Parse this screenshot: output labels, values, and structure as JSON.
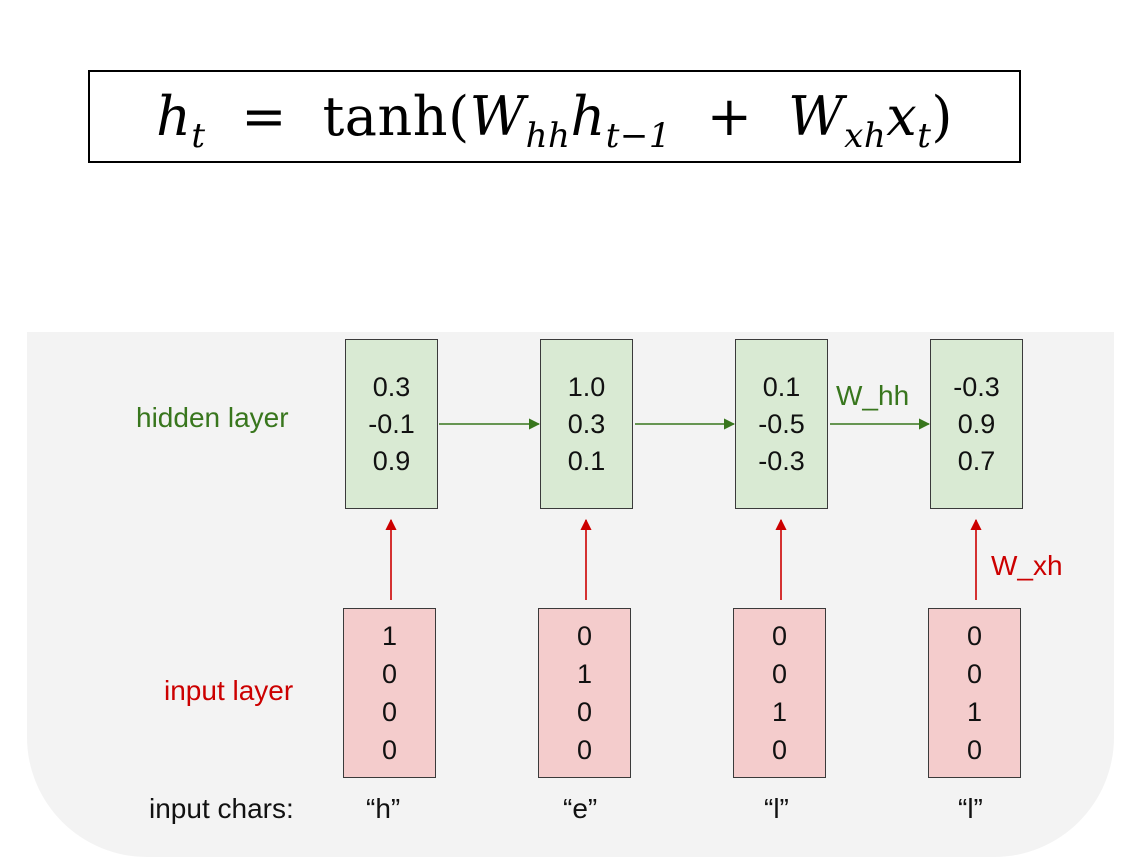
{
  "formula": {
    "lhs_var": "h",
    "lhs_sub": "t",
    "equals": "=",
    "fn": "tanh",
    "open": "(",
    "w1": "W",
    "w1_sub": "hh",
    "h_prev": "h",
    "h_prev_sub": "t−1",
    "plus": "+",
    "w2": "W",
    "w2_sub": "xh",
    "x_var": "x",
    "x_sub": "t",
    "close": ")"
  },
  "labels": {
    "hidden_layer": "hidden layer",
    "input_layer": "input layer",
    "input_chars": "input chars:",
    "w_hh": "W_hh",
    "w_xh": "W_xh"
  },
  "steps": [
    {
      "char": "“h”",
      "hidden": [
        "0.3",
        "-0.1",
        "0.9"
      ],
      "input": [
        "1",
        "0",
        "0",
        "0"
      ]
    },
    {
      "char": "“e”",
      "hidden": [
        "1.0",
        "0.3",
        "0.1"
      ],
      "input": [
        "0",
        "1",
        "0",
        "0"
      ]
    },
    {
      "char": "“l”",
      "hidden": [
        "0.1",
        "-0.5",
        "-0.3"
      ],
      "input": [
        "0",
        "0",
        "1",
        "0"
      ]
    },
    {
      "char": "“l”",
      "hidden": [
        "-0.3",
        "0.9",
        "0.7"
      ],
      "input": [
        "0",
        "0",
        "1",
        "0"
      ]
    }
  ],
  "colors": {
    "hidden_fill": "#d9ead3",
    "input_fill": "#f4cccc",
    "green": "#38761d",
    "red": "#cc0000",
    "panel": "#f3f3f3"
  }
}
